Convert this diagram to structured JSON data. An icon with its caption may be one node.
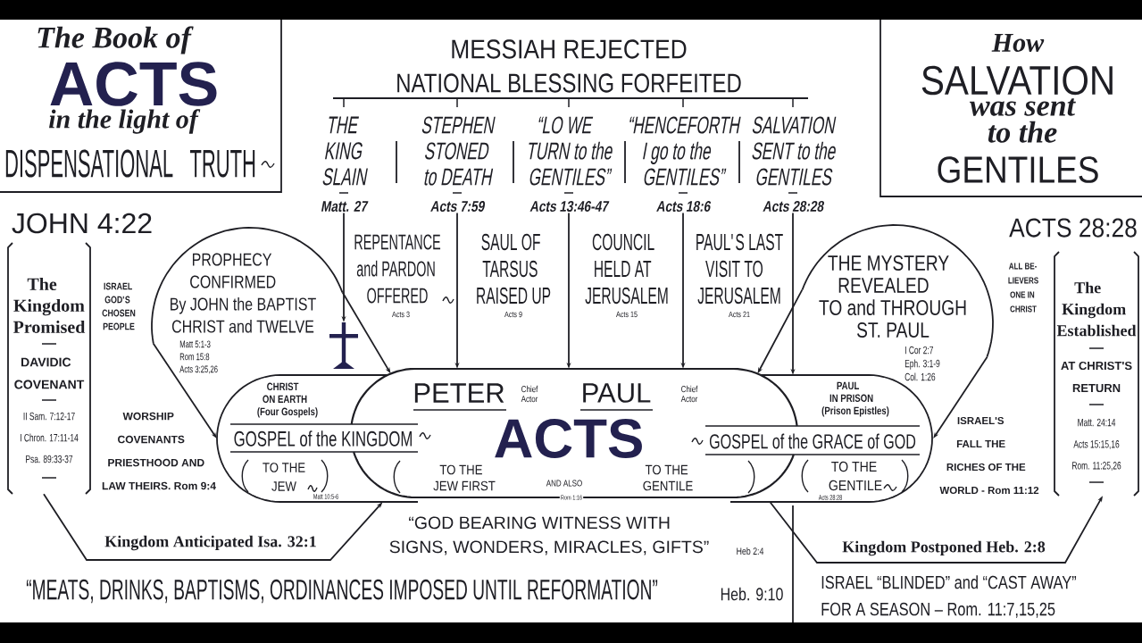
{
  "diagram": {
    "nodes": [
      {
        "text": [
          "The Book of",
          "ACTS",
          "in the light of",
          "DISPENSATIONAL TRUTH"
        ]
      },
      {
        "text": [
          "How",
          "SALVATION",
          "was sent to the",
          "GENTILES"
        ]
      },
      {
        "text": [
          "THE KING SLAIN",
          "Matt. 27"
        ]
      },
      {
        "text": [
          "STEPHEN STONED to DEATH",
          "Acts 7:59"
        ]
      },
      {
        "text": [
          "“LO WE TURN to the GENTILES”",
          "Acts 13:46-47"
        ]
      },
      {
        "text": [
          "“HENCEFORTH I go to the GENTILES”",
          "Acts 18:6"
        ]
      },
      {
        "text": [
          "SALVATION SENT to the GENTILES",
          "Acts 28:28"
        ]
      },
      {
        "text": [
          "JOHN 4:22",
          "The Kingdom Promised",
          "DAVIDIC COVENANT",
          "II Sam. 7:12-17",
          "I Chron. 17:11-14",
          "Psa. 89:33-37"
        ]
      },
      {
        "text": [
          "PROPHECY CONFIRMED By JOHN the BAPTIST CHRIST and TWELVE",
          "Matt 5:1-3 Rom 15:8 Acts 3:25,26"
        ]
      },
      {
        "text": [],
        "shape": "cross"
      },
      {
        "text": [
          "THE MYSTERY REVEALED TO and THROUGH ST. PAUL",
          "I Cor 2:7 Eph. 3:1-9 Col. 1:26"
        ]
      },
      {
        "text": [
          "ACTS 28:28",
          "The Kingdom Established",
          "AT CHRIST'S RETURN",
          "Matt. 24:14",
          "Acts 15:15,16",
          "Rom. 11:25,26"
        ]
      },
      {
        "text": [
          "CHRIST ON EARTH (Four Gospels)",
          "GOSPEL of the KINGDOM",
          "TO THE JEW",
          "Matt 10:5-6"
        ]
      },
      {
        "text": [
          "PETER",
          "Chief Actor",
          "PAUL",
          "Chief Actor",
          "ACTS",
          "TO THE JEW FIRST",
          "AND ALSO",
          "TO THE GENTILE",
          "Rom 1:16"
        ]
      },
      {
        "text": [
          "PAUL IN PRISON (Prison Epistles)",
          "GOSPEL of the GRACE of GOD",
          "TO THE GENTILE",
          "Acts 28:28"
        ]
      }
    ],
    "edges": [
      {
        "from": 2,
        "to": 9,
        "arrow": "to"
      },
      {
        "from": 3,
        "to": 13,
        "arrow": "to"
      },
      {
        "from": 4,
        "to": 13,
        "arrow": "to"
      },
      {
        "from": 5,
        "to": 13,
        "arrow": "to"
      },
      {
        "from": 6,
        "to": 14,
        "arrow": "to"
      },
      {
        "from": 8,
        "to": 12,
        "arrow": "to"
      },
      {
        "from": 8,
        "to": 13,
        "arrow": "to"
      },
      {
        "from": 10,
        "to": 13,
        "arrow": "to"
      },
      {
        "from": 10,
        "to": 14,
        "arrow": "to"
      },
      {
        "from": 7,
        "to": 12,
        "arrow": "to",
        "label": "Kingdom Anticipated Isa. 32:1"
      },
      {
        "from": 14,
        "to": 11,
        "arrow": "to",
        "label": "Kingdom Postponed Heb. 2:8"
      }
    ],
    "labels": [
      "MESSIAH REJECTED",
      "NATIONAL BLESSING FORFEITED",
      "ISRAEL GOD'S CHOSEN PEOPLE",
      "REPENTANCE and PARDON OFFERED",
      "Acts 3",
      "SAUL OF TARSUS RAISED UP",
      "Acts 9",
      "COUNCIL HELD AT JERUSALEM",
      "Acts 15",
      "PAUL'S LAST VISIT TO JERUSALEM",
      "Acts 21",
      "ALL BE- LIEVERS ONE IN CHRIST",
      "WORSHIP COVENANTS PRIESTHOOD AND LAW THEIRS. Rom 9:4",
      "ISRAEL'S FALL THE RICHES OF THE WORLD - Rom 11:12",
      "“GOD BEARING WITNESS WITH SIGNS, WONDERS, MIRACLES, GIFTS”",
      "Heb 2:4",
      "“MEATS, DRINKS, BAPTISMS, ORDINANCES IMPOSED UNTIL REFORMATION”",
      "Heb. 9:10",
      "ISRAEL “BLINDED” and “CAST AWAY” FOR A SEASON – Rom. 11:7,15,25"
    ]
  }
}
